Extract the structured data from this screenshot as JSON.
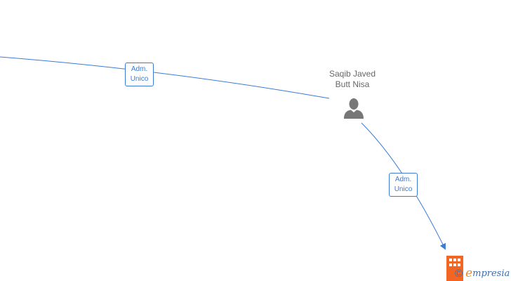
{
  "person": {
    "name_line1": "Saqib Javed",
    "name_line2": "Butt Nisa",
    "icon": "person-icon"
  },
  "edges": [
    {
      "role_line1": "Adm.",
      "role_line2": "Unico"
    },
    {
      "role_line1": "Adm.",
      "role_line2": "Unico"
    }
  ],
  "company": {
    "icon": "building-icon"
  },
  "watermark": {
    "copyright": "©",
    "brand_initial": "e",
    "brand_rest": "mpresia"
  },
  "colors": {
    "edge": "#3a7bd5",
    "person_icon": "#777777",
    "company_icon": "#f26522",
    "brand_orange": "#f08a1c",
    "brand_blue": "#3a6fb0"
  }
}
